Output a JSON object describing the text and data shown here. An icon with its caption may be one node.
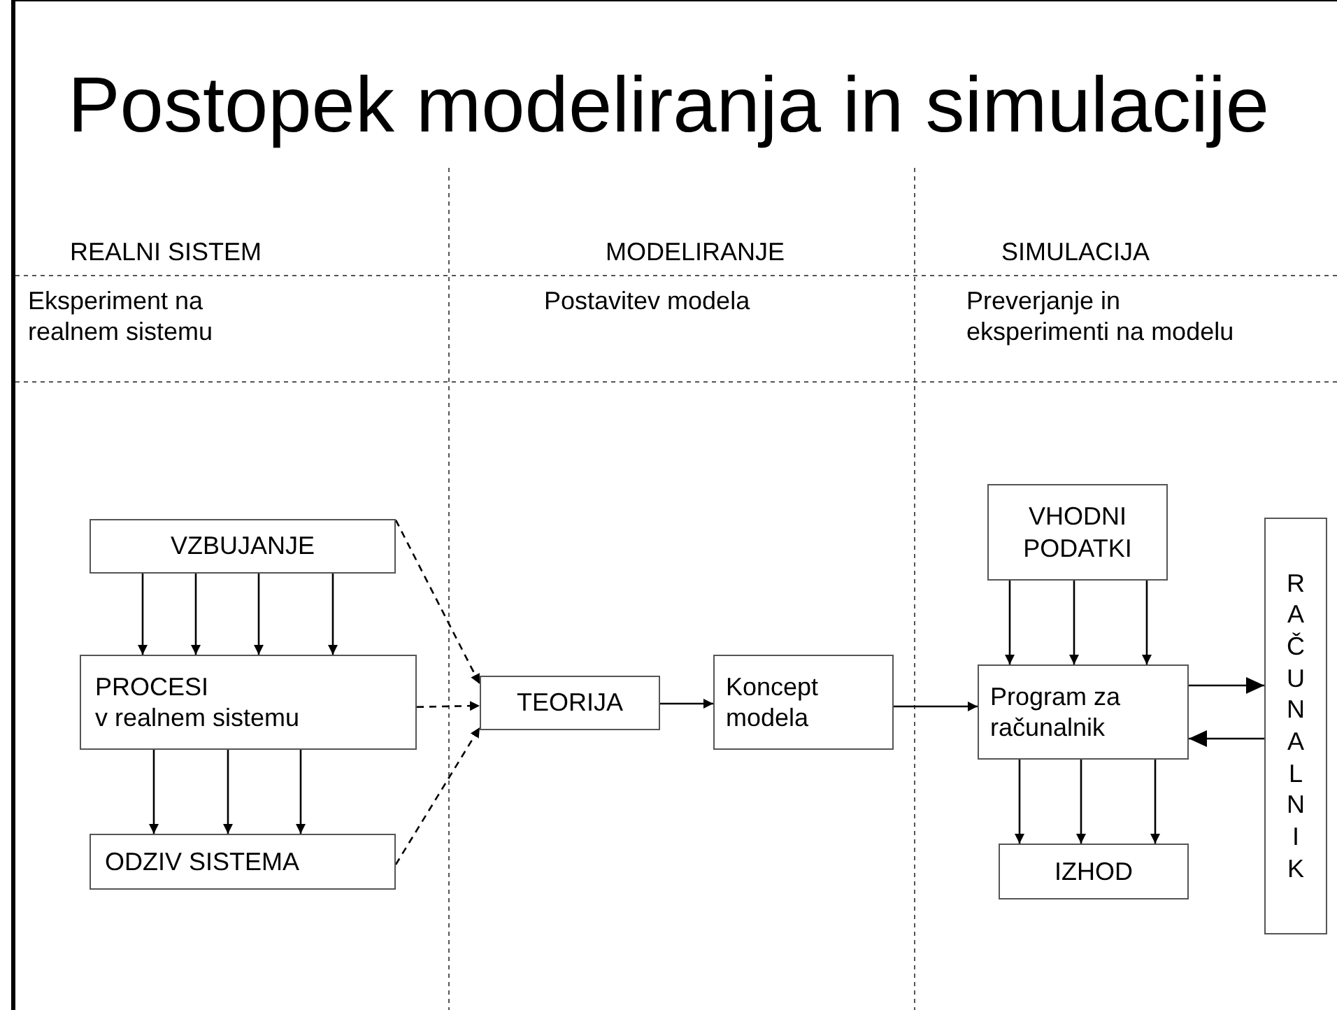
{
  "diagram": {
    "title": "Postopek modeliranja in simulacije",
    "nodes": [
      {
        "text": [
          "VZBUJANJE"
        ]
      },
      {
        "text": [
          "PROCESI",
          "v realnem sistemu"
        ]
      },
      {
        "text": [
          "ODZIV SISTEMA"
        ]
      },
      {
        "text": [
          "TEORIJA"
        ]
      },
      {
        "text": [
          "Koncept modela"
        ]
      },
      {
        "text": [
          "VHODNI PODATKI"
        ]
      },
      {
        "text": [
          "Program za računalnik"
        ]
      },
      {
        "text": [
          "IZHOD"
        ]
      },
      {
        "text": [
          "RAČUNALNIK"
        ]
      }
    ],
    "edges": [
      {
        "from": 0,
        "to": 1,
        "arrow": "to"
      },
      {
        "from": 0,
        "to": 1,
        "arrow": "to"
      },
      {
        "from": 0,
        "to": 1,
        "arrow": "to"
      },
      {
        "from": 0,
        "to": 1,
        "arrow": "to"
      },
      {
        "from": 1,
        "to": 2,
        "arrow": "to"
      },
      {
        "from": 1,
        "to": 2,
        "arrow": "to"
      },
      {
        "from": 1,
        "to": 2,
        "arrow": "to"
      },
      {
        "from": 0,
        "to": 3,
        "arrow": "to",
        "style": "dashed"
      },
      {
        "from": 1,
        "to": 3,
        "arrow": "to",
        "style": "dashed"
      },
      {
        "from": 2,
        "to": 3,
        "arrow": "to",
        "style": "dashed"
      },
      {
        "from": 3,
        "to": 4,
        "arrow": "to"
      },
      {
        "from": 4,
        "to": 6,
        "arrow": "to"
      },
      {
        "from": 5,
        "to": 6,
        "arrow": "to"
      },
      {
        "from": 5,
        "to": 6,
        "arrow": "to"
      },
      {
        "from": 5,
        "to": 6,
        "arrow": "to"
      },
      {
        "from": 6,
        "to": 7,
        "arrow": "to"
      },
      {
        "from": 6,
        "to": 7,
        "arrow": "to"
      },
      {
        "from": 6,
        "to": 7,
        "arrow": "to"
      },
      {
        "from": 6,
        "to": 8,
        "arrow": "to"
      },
      {
        "from": 8,
        "to": 6,
        "arrow": "to"
      }
    ],
    "labels": [
      "REALNI SISTEM",
      "MODELIRANJE",
      "SIMULACIJA",
      "Eksperiment na realnem sistemu",
      "Postavitev modela",
      "Preverjanje in eksperimenti na modelu"
    ]
  }
}
